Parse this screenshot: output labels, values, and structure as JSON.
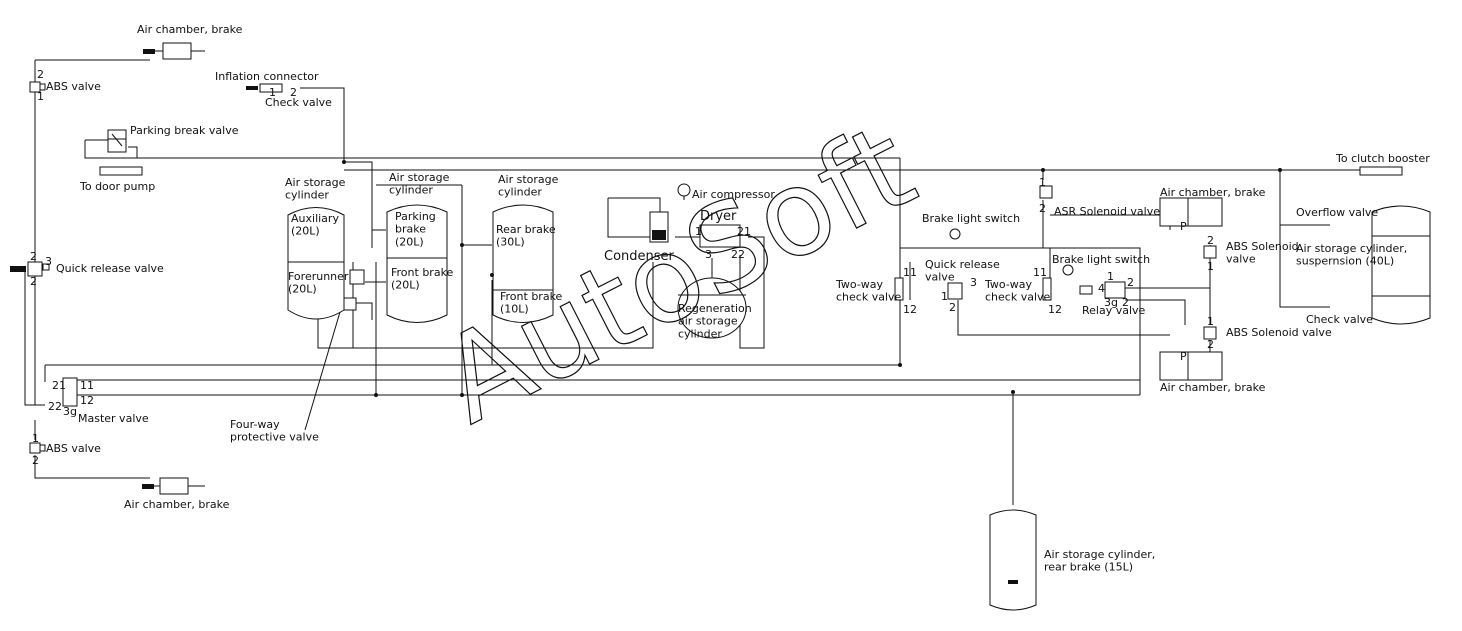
{
  "labels": {
    "air_chamber_brake_tl": "Air chamber, brake",
    "inflation_connector": "Inflation connector",
    "check_valve_top": "Check valve",
    "abs_valve_top": "ABS valve",
    "parking_break_valve": "Parking break valve",
    "to_door_pump": "To door pump",
    "air_storage_aux_title": "Air storage\ncylinder",
    "auxiliary": "Auxiliary\n(20L)",
    "forerunner": "Forerunner\n(20L)",
    "air_storage_parking_title": "Air storage\ncylinder",
    "parking_brake": "Parking\nbrake\n(20L)",
    "front_brake_20": "Front brake\n(20L)",
    "air_storage_rear_title": "Air storage\ncylinder",
    "rear_brake_30": "Rear brake\n(30L)",
    "front_brake_10": "Front brake\n(10L)",
    "air_compressor": "Air compressor",
    "dryer": "Dryer",
    "condenser": "Condenser",
    "regeneration": "Regeneration\nair storage\ncylinder",
    "quick_release_valve_left": "Quick release valve",
    "master_valve": "Master valve",
    "four_way_protective_valve": "Four-way\nprotective valve",
    "abs_valve_bottom": "ABS valve",
    "air_chamber_brake_bl": "Air chamber, brake",
    "two_way_check_valve_left": "Two-way\ncheck valve",
    "brake_light_switch_1": "Brake light switch",
    "quick_release_valve_mid": "Quick release\nvalve",
    "two_way_check_valve_right": "Two-way\ncheck valve",
    "brake_light_switch_2": "Brake light switch",
    "relay_valve": "Relay valve",
    "asr_solenoid_valve": "ASR Solenoid valve",
    "air_chamber_brake_tr": "Air chamber, brake",
    "abs_solenoid_valve_upper": "ABS Solenoid\nvalve",
    "abs_solenoid_valve_lower": "ABS Solenoid valve",
    "air_chamber_brake_br": "Air chamber, brake",
    "to_clutch_booster": "To clutch booster",
    "overflow_valve": "Overflow valve",
    "air_storage_suspension": "Air storage cylinder,\nsuspernsion (40L)",
    "check_valve_right": "Check valve",
    "air_storage_rear_15": "Air storage cylinder,\nrear brake (15L)",
    "watermark": "AutoSoft"
  },
  "port_numbers": {
    "p1": "1",
    "p2": "2",
    "p3": "3",
    "p4": "4",
    "p11": "11",
    "p12": "12",
    "p21": "21",
    "p22": "22",
    "p3g": "3g",
    "pP": "P"
  }
}
